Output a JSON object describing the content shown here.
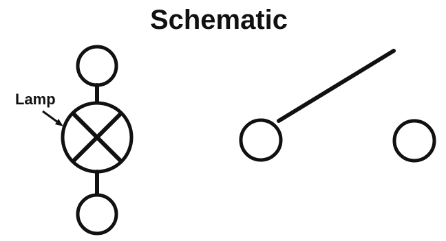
{
  "diagram": {
    "title": "Schematic",
    "lamp_label": "Lamp",
    "stroke_color": "#111111",
    "components": [
      "lamp",
      "switch"
    ]
  }
}
